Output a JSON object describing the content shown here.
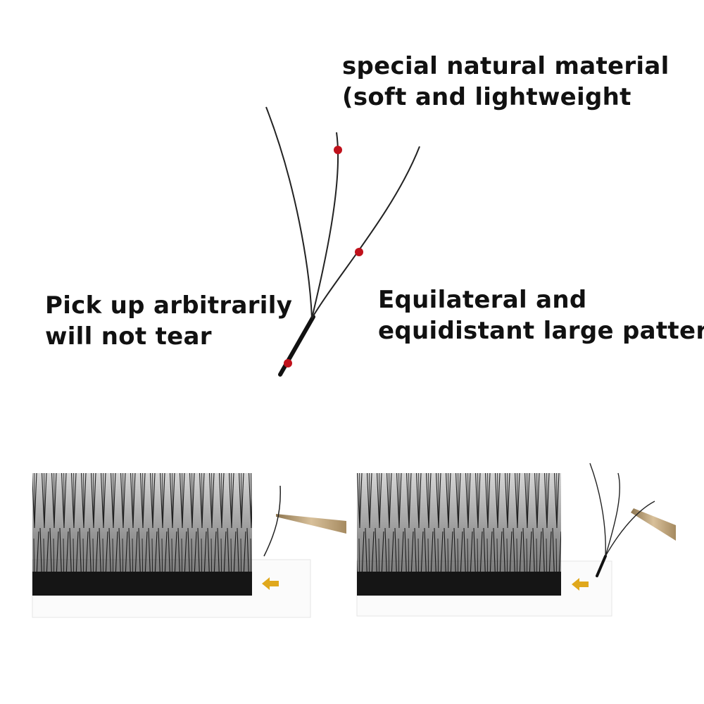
{
  "captions": {
    "material": {
      "line1": "special natural material",
      "line2": "(soft and lightweight"
    },
    "pickup": {
      "line1": "Pick up arbitrarily",
      "line2": "will not tear"
    },
    "pattern": {
      "line1": "Equilateral and",
      "line2": "equidistant large pattern"
    }
  },
  "colors": {
    "text": "#111111",
    "marker": "#c0111b",
    "lash": "#1a1a1a",
    "arrow": "#e0a81c",
    "tweezer": "#b89a6a"
  }
}
